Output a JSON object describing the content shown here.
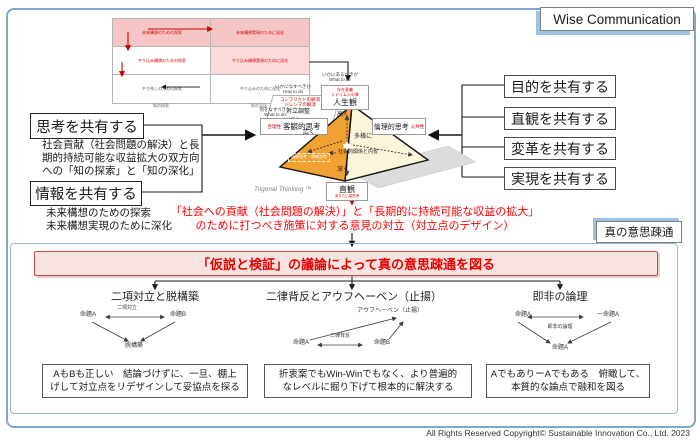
{
  "window": {
    "title": "Wise Communication",
    "copyright": "All Rights Reserved Copyright© Sustainable Innovation Co., Ltd. 2023"
  },
  "colors": {
    "accent_red": "#e60000",
    "banner_bg": "#f8e3e0",
    "banner_border": "#bf4d4b",
    "matrix_pink": "#f6c6c6",
    "pyramid_orange": "#f0a132",
    "pyramid_cream": "#fbf5dc",
    "frame_blue": "#7da7d4"
  },
  "matrix": {
    "cells": {
      "r1c1": "未来構想のための探索",
      "r1c2": "未来構想実現のために深化",
      "r2c1": "やり込み構想のための探索",
      "r2c2": "やり込み構想実現のために深化",
      "r3c1": "やり残しのための探索",
      "r3c2": "やり込みのために深化"
    },
    "x_labels": [
      "知の探索",
      "知の深化"
    ]
  },
  "share_thought": {
    "label": "思考を共有する",
    "desc_lines": [
      "社会貢献（社会問題の解決）と長",
      "期的持続可能な収益拡大の双方向",
      "への「知の探索」と「知の深化」"
    ]
  },
  "share_info": {
    "label": "情報を共有する",
    "desc_lines": [
      "未来構想のための探索",
      "未来構想実現のために深化"
    ]
  },
  "share_right": [
    "目的を共有する",
    "直観を共有する",
    "変革を共有する",
    "実現を共有する"
  ],
  "pyramid": {
    "trademark": "Trigonal Thinking ™",
    "q_tobe": "いかにあるべきか",
    "q_tobe_en": "What to be",
    "tobe_red1": "存在意義",
    "tobe_red2": "ミドリムシの夢",
    "tobe_label": "人生観",
    "q_howto": "いかになすべきか",
    "q_howto_en": "How to do",
    "howto_red1": "コンフリクトの解消",
    "howto_red2": "ジレンマの解消",
    "howto_label1": "対立調整",
    "howto_label2": "懐疑的に",
    "q_todo": "何をなすべきか",
    "q_todo_en": "What to do",
    "todo_red": "合理性",
    "todo_label": "客観的思考",
    "ethic_label": "倫理的思考",
    "ethic_red": "公共性",
    "bottom_label": "直観",
    "bottom_red": "ありたい姿思考",
    "axis_high": "高く",
    "axis_wide": "広く",
    "axis_deep": "深く",
    "axis_diverse": "多様に",
    "note_center": "社会的関係と内省",
    "note_left": "演繹思考・帰納思考"
  },
  "conflict_lines": [
    "「社会への貢献（社会問題の解決）」と「長期的に持続可能な収益の拡大」",
    "のために打つべき施策に対する意見の対立（対立点のデザイン）"
  ],
  "true_comm": {
    "tag": "真の意思疎通",
    "banner": "「仮説と検証」の議論によって真の意思疎通を図る"
  },
  "methods": [
    {
      "header": "二項対立と脱構築",
      "a": "命題A",
      "b": "命題B",
      "relation": "二項対立",
      "result": "脱構築",
      "note_lines": [
        "AもBも正しい　結論づけずに、一旦、棚上",
        "げして対立点をリデザインして妥協点を探る"
      ]
    },
    {
      "header": "二律背反とアウフヘーベン（止揚）",
      "a": "命題A",
      "b": "命題B",
      "relation": "二律背反",
      "result": "アウフヘーベン（止揚）",
      "note_lines": [
        "折衷案でもWin-Winでもなく、より普遍的",
        "なレベルに掘り下げて根本的に解決する"
      ]
    },
    {
      "header": "即非の論理",
      "a": "命題A",
      "b": "ー命題A",
      "relation": "即非の論理",
      "result": "命題A",
      "note_lines": [
        "AでもありーAでもある　俯瞰して、",
        "本質的な論点で融和を図る"
      ]
    }
  ]
}
